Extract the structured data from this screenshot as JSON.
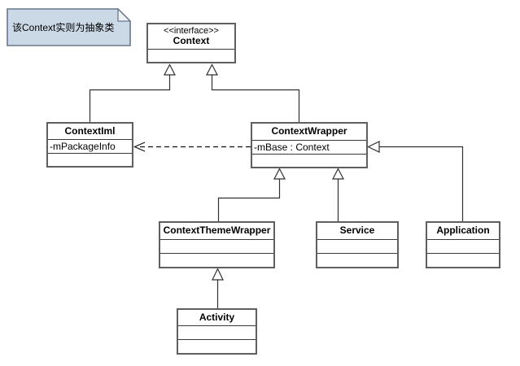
{
  "note": {
    "text": "该Context实则为抽象类",
    "fill": "#cbd8e6",
    "border": "#68788a",
    "fold_fill": "#eef2f7"
  },
  "classes": [
    {
      "stereotype": "<<interface>>",
      "name": "Context"
    },
    {
      "name": "ContextIml",
      "attribute": "-mPackageInfo"
    },
    {
      "name": "ContextWrapper",
      "attribute": "-mBase : Context"
    },
    {
      "name": "ContextThemeWrapper"
    },
    {
      "name": "Service"
    },
    {
      "name": "Application"
    },
    {
      "name": "Activity"
    }
  ],
  "relationships": [
    {
      "from": "ContextIml",
      "to": "Context",
      "type": "generalization"
    },
    {
      "from": "ContextWrapper",
      "to": "Context",
      "type": "generalization"
    },
    {
      "from": "ContextWrapper",
      "to": "ContextIml",
      "type": "dependency",
      "style": "dashed"
    },
    {
      "from": "ContextThemeWrapper",
      "to": "ContextWrapper",
      "type": "generalization"
    },
    {
      "from": "Service",
      "to": "ContextWrapper",
      "type": "generalization"
    },
    {
      "from": "Application",
      "to": "ContextWrapper",
      "type": "generalization"
    },
    {
      "from": "Activity",
      "to": "ContextThemeWrapper",
      "type": "generalization"
    }
  ],
  "colors": {
    "line": "#303030",
    "box_border": "#5f5f5f",
    "box_fill": "#ffffff"
  }
}
